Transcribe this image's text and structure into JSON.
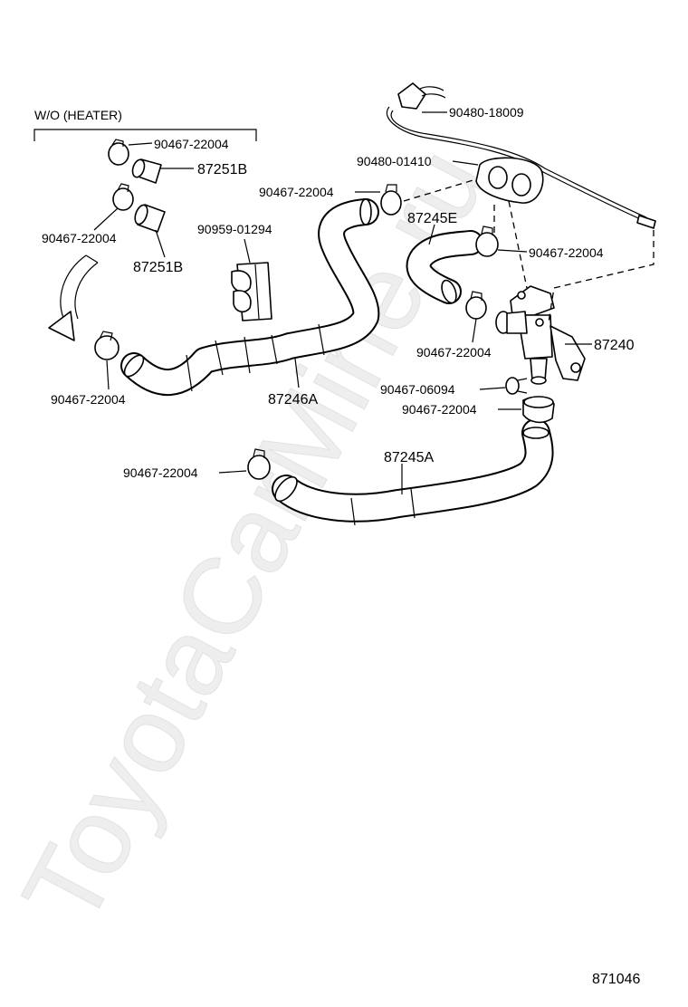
{
  "diagram": {
    "section_note": "W/O (HEATER)",
    "figure_number": "871046",
    "watermark": "ToyotaCarMine.ru",
    "callouts": {
      "cable_top": "90480-18009",
      "grommet": "90480-01410",
      "clamp_upper_left": "90467-22004",
      "tube_upper": "87251B",
      "clamp_left": "90467-22004",
      "tube_lower": "87251B",
      "clip": "90959-01294",
      "clamp_hose_top": "90467-22004",
      "hose_e": "87245E",
      "clamp_right_upper": "90467-22004",
      "clamp_mid": "90467-22004",
      "valve": "87240",
      "clamp_lower_left": "90467-22004",
      "hose_a6": "87246A",
      "screw": "90467-06094",
      "clamp_right_lower": "90467-22004",
      "clamp_bottom_left": "90467-22004",
      "hose_a5": "87245A"
    }
  }
}
